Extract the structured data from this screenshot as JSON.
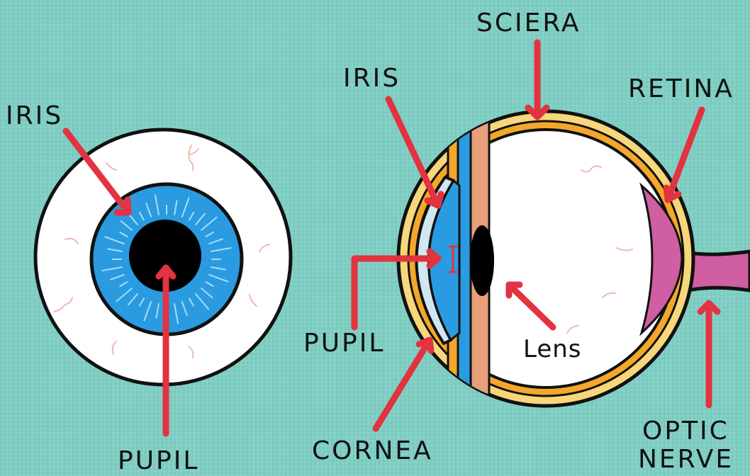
{
  "colors": {
    "background": "#7fcfc4",
    "sclera_white": "#ffffff",
    "iris_blue": "#2a9be0",
    "pupil_black": "#000000",
    "sclera_layer": "#f7d77a",
    "retina_layer": "#f4a72a",
    "choroid_muscle": "#e8a07a",
    "optic_nerve": "#cf5ea2",
    "cornea": "#cfe7f1",
    "arrow_red": "#e23340"
  },
  "front_view": {
    "iris_label": "IRIS",
    "pupil_label": "PUPIL"
  },
  "cross_section": {
    "sclera_label": "SCIERA",
    "iris_label": "IRIS",
    "retina_label": "RETINA",
    "pupil_label": "PUPIL",
    "lens_label": "Lens",
    "cornea_label": "CORNEA",
    "optic_nerve_label_line1": "OPTIC",
    "optic_nerve_label_line2": "NERVE"
  }
}
